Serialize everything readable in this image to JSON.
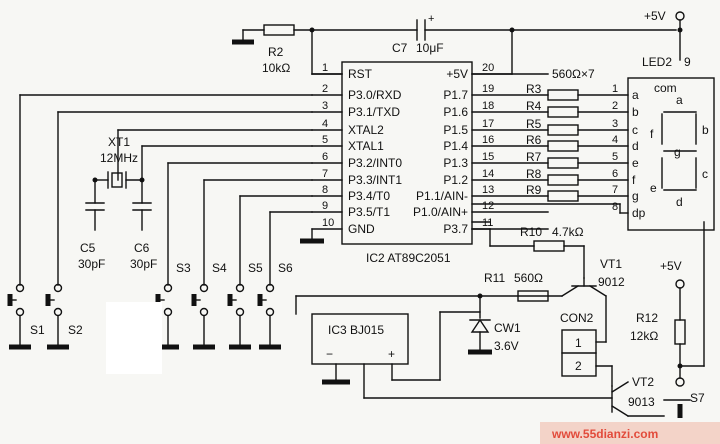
{
  "power": {
    "vcc_top": "+5V",
    "vcc_right": "+5V"
  },
  "ic2": {
    "name": "IC2  AT89C2051",
    "left_pins": [
      {
        "num": "1",
        "label": "RST"
      },
      {
        "num": "2",
        "label": "P3.0/RXD"
      },
      {
        "num": "3",
        "label": "P3.1/TXD"
      },
      {
        "num": "4",
        "label": "XTAL2"
      },
      {
        "num": "5",
        "label": "XTAL1"
      },
      {
        "num": "6",
        "label": "P3.2/INT0"
      },
      {
        "num": "7",
        "label": "P3.3/INT1"
      },
      {
        "num": "8",
        "label": "P3.4/T0"
      },
      {
        "num": "9",
        "label": "P3.5/T1"
      },
      {
        "num": "10",
        "label": "GND"
      }
    ],
    "right_pins": [
      {
        "num": "20",
        "label": "+5V"
      },
      {
        "num": "19",
        "label": "P1.7"
      },
      {
        "num": "18",
        "label": "P1.6"
      },
      {
        "num": "17",
        "label": "P1.5"
      },
      {
        "num": "16",
        "label": "P1.4"
      },
      {
        "num": "15",
        "label": "P1.3"
      },
      {
        "num": "14",
        "label": "P1.2"
      },
      {
        "num": "13",
        "label": "P1.1/AIN-"
      },
      {
        "num": "12",
        "label": "P1.0/AIN+"
      },
      {
        "num": "11",
        "label": "P3.7"
      }
    ]
  },
  "components": {
    "r2": {
      "ref": "R2",
      "value": "10kΩ"
    },
    "c7": {
      "ref": "C7",
      "value": "10μF"
    },
    "xt1": {
      "ref": "XT1",
      "value": "12MHz"
    },
    "c5": {
      "ref": "C5",
      "value": "30pF"
    },
    "c6": {
      "ref": "C6",
      "value": "30pF"
    },
    "r_array_label": "560Ω×7",
    "r_seg": [
      "R3",
      "R4",
      "R5",
      "R6",
      "R7",
      "R8",
      "R9"
    ],
    "r10": {
      "ref": "R10",
      "value": "4.7kΩ"
    },
    "r11": {
      "ref": "R11",
      "value": "560Ω"
    },
    "r12": {
      "ref": "R12",
      "value": "12kΩ"
    },
    "vt1": {
      "ref": "VT1",
      "value": "9012"
    },
    "vt2": {
      "ref": "VT2",
      "value": "9013"
    },
    "cw1": {
      "ref": "CW1",
      "value": "3.6V"
    },
    "ic3": {
      "name": "IC3  BJ015",
      "minus": "−",
      "plus": "+"
    },
    "con2": {
      "name": "CON2",
      "pin1": "1",
      "pin2": "2"
    },
    "switches": [
      "S1",
      "S2",
      "S3",
      "S4",
      "S5",
      "S6",
      "S7"
    ]
  },
  "led2": {
    "name": "LED2",
    "pin9": "9",
    "com": "com",
    "pin_nums": [
      "1",
      "2",
      "3",
      "4",
      "5",
      "6",
      "7",
      "8"
    ],
    "pin_letters": [
      "a",
      "b",
      "c",
      "d",
      "e",
      "f",
      "g",
      "dp"
    ],
    "seg_labels": {
      "a": "a",
      "b": "b",
      "c": "c",
      "d": "d",
      "e": "e",
      "f": "f",
      "g": "g"
    }
  },
  "watermark": "www.55dianzi.com"
}
